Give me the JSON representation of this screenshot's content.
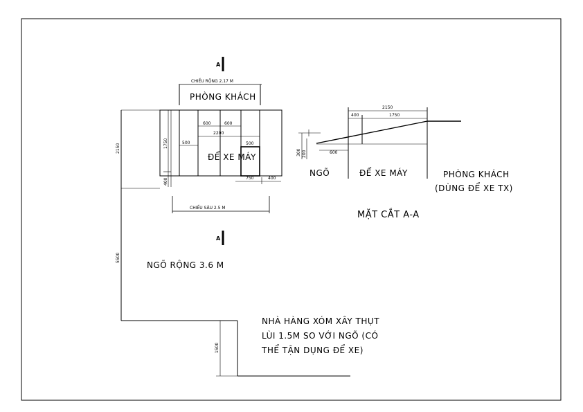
{
  "sheet": {
    "section_marker": "A",
    "plan": {
      "width_top_label": "CHIỀU RỘNG 2.17 M",
      "living_room_top": "PHÒNG KHÁCH",
      "garage_label": "ĐỂ XE MÁY",
      "width_bottom_label": "CHIỀU SÂU 2.5 M",
      "dims": {
        "d600a": "600",
        "d600b": "600",
        "d2200": "2200",
        "d500l": "500",
        "d500r": "500",
        "d1750v": "1750",
        "d400v": "400",
        "d750": "750",
        "d400h": "400",
        "d2150": "2150",
        "d5500": "5500",
        "d1500": "1500"
      }
    },
    "section": {
      "d2150": "2150",
      "d400": "400",
      "d1750": "1750",
      "d300": "300",
      "d200": "200",
      "d600": "600",
      "alley_label": "NGÕ",
      "garage_label": "ĐỂ XE MÁY",
      "living_room_line1": "PHÒNG KHÁCH",
      "living_room_line2": "(DÙNG ĐỂ XE TX)",
      "title": "MẶT CẮT A-A"
    },
    "alley_width_label": "NGÕ RỘNG 3.6 M",
    "note": {
      "line1": "NHÀ HÀNG XÓM XÂY THỤT",
      "line2": "LÙI 1.5M SO VỚI NGÕ (CÓ",
      "line3": "THỂ TẬN DỤNG ĐỂ XE)"
    }
  }
}
